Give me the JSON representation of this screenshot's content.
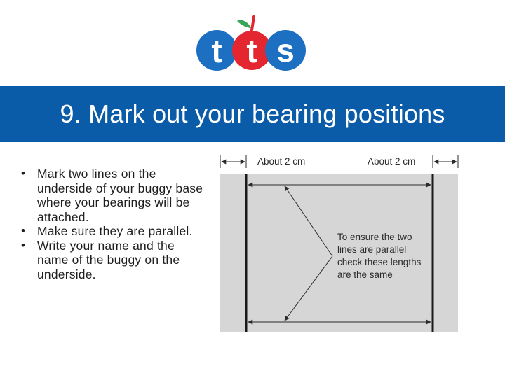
{
  "logo": {
    "letters": [
      "t",
      "t",
      "s"
    ],
    "colors": {
      "blue": "#1c6fc1",
      "red": "#e3262f",
      "leaf": "#3aa655",
      "white": "#ffffff"
    }
  },
  "slide": {
    "title": "9. Mark out your bearing positions",
    "title_bar_color": "#0b5ca8",
    "bullets": [
      "Mark two lines on the underside of your buggy base where your bearings will be attached.",
      "Make sure they are parallel.",
      "Write your name and the name of the buggy on the underside."
    ]
  },
  "diagram": {
    "label_left": "About 2 cm",
    "label_right": "About 2 cm",
    "note_lines": [
      "To ensure the two",
      "lines are parallel",
      "check these lengths",
      "are the same"
    ],
    "board_color": "#d6d6d6"
  }
}
